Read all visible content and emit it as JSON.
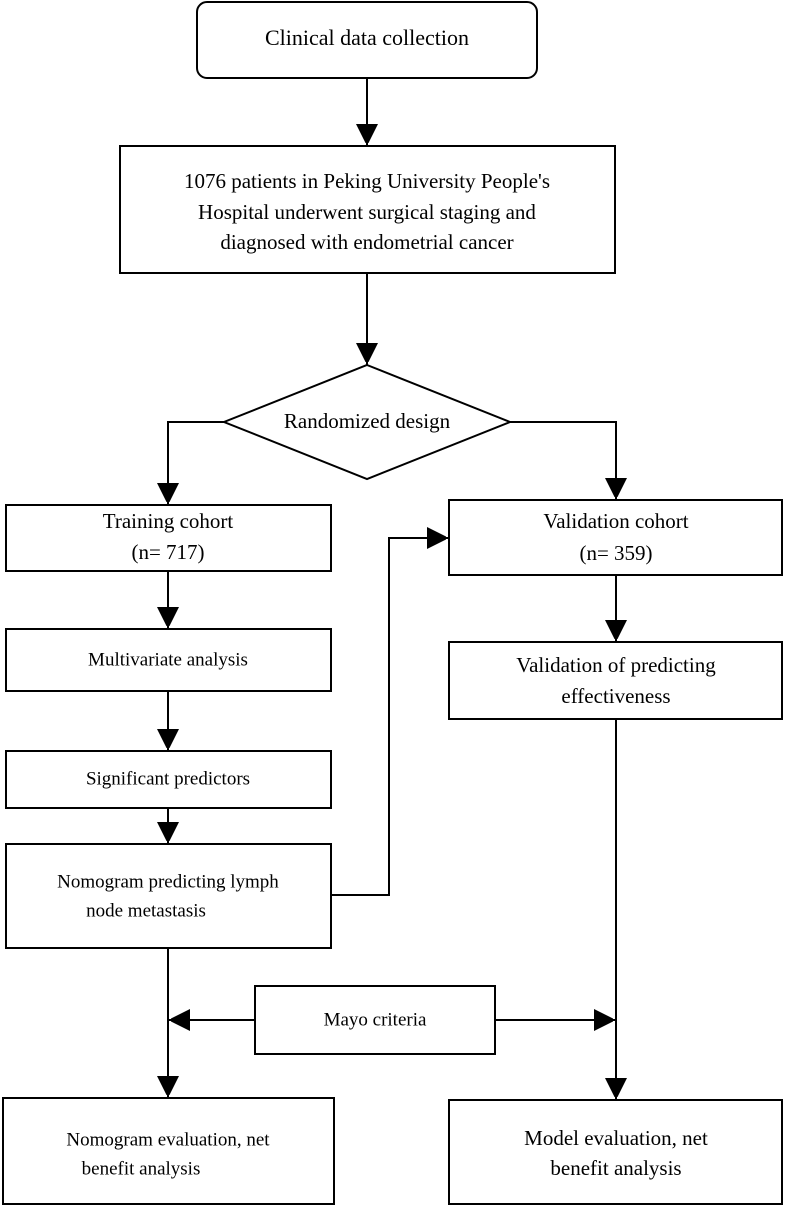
{
  "nodes": {
    "clinical": {
      "line1": "Clinical data collection"
    },
    "patients": {
      "line1": "1076 patients in Peking University People's",
      "line2": "Hospital underwent surgical staging and",
      "line3": "diagnosed with endometrial cancer"
    },
    "randomized": {
      "line1": "Randomized design"
    },
    "training": {
      "line1": "Training cohort",
      "line2": "(n= 717)"
    },
    "validation": {
      "line1": "Validation cohort",
      "line2": "(n= 359)"
    },
    "multivariate": {
      "line1": "Multivariate analysis"
    },
    "predicting_effect": {
      "line1": "Validation of predicting",
      "line2": "effectiveness"
    },
    "significant": {
      "line1": "Significant predictors"
    },
    "nomogram": {
      "line1": "Nomogram predicting lymph",
      "line2": "node metastasis"
    },
    "mayo": {
      "line1": "Mayo criteria"
    },
    "nomo_eval": {
      "line1": "Nomogram evaluation, net",
      "line2": "benefit analysis"
    },
    "model_eval": {
      "line1": "Model evaluation, net",
      "line2": "benefit analysis"
    }
  },
  "colors": {
    "stroke": "#000000",
    "background": "#ffffff"
  }
}
